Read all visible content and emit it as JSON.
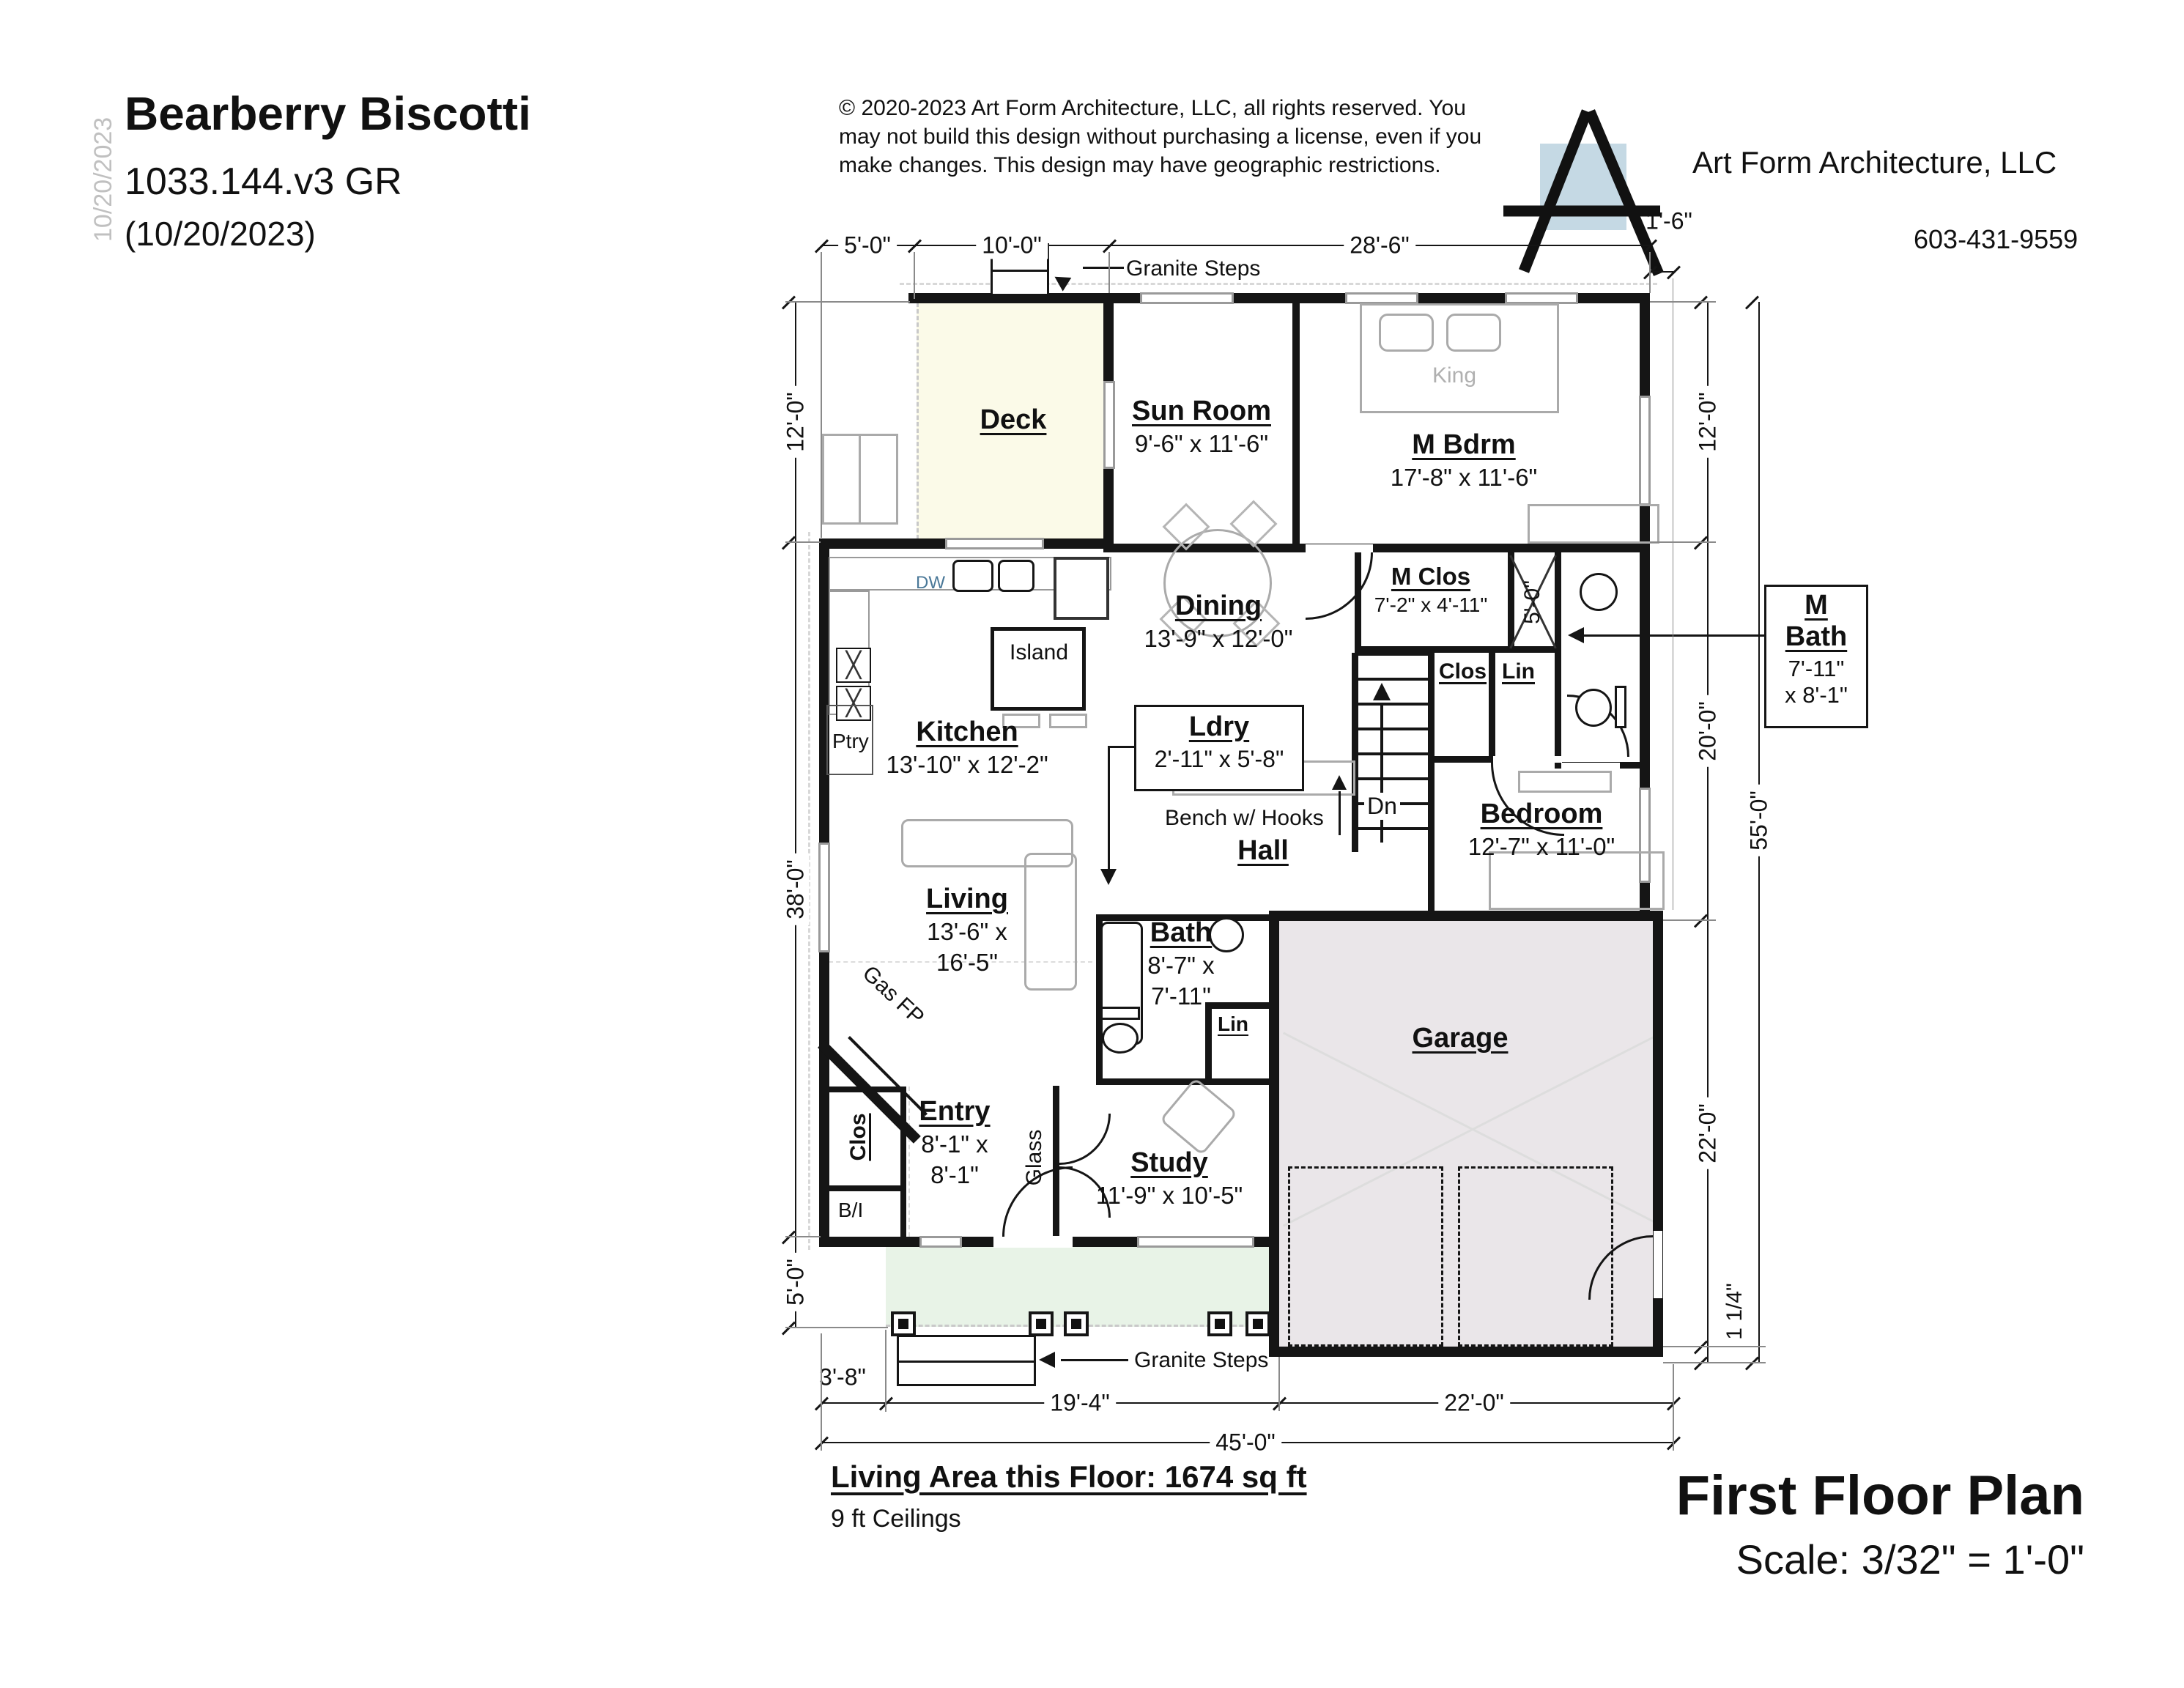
{
  "title_block": {
    "side_date": "10/20/2023",
    "title": "Bearberry Biscotti",
    "model": "1033.144.v3 GR",
    "date": "(10/20/2023)"
  },
  "copyright": "© 2020-2023 Art Form Architecture, LLC, all rights reserved. You may not build this design without purchasing a license, even if you make changes. This design may have geographic restrictions.",
  "brand": {
    "company": "Art Form Architecture, LLC",
    "phone": "603-431-9559"
  },
  "rooms": {
    "deck": {
      "name": "Deck"
    },
    "sun_room": {
      "name": "Sun Room",
      "dims": "9'-6\" x 11'-6\""
    },
    "m_bdrm": {
      "name": "M Bdrm",
      "dims": "17'-8\" x 11'-6\""
    },
    "dining": {
      "name": "Dining",
      "dims": "13'-9\" x 12'-0\""
    },
    "m_clos": {
      "name": "M Clos",
      "dims": "7'-2\" x 4'-11\""
    },
    "kitchen": {
      "name": "Kitchen",
      "dims": "13'-10\" x 12'-2\""
    },
    "ldry": {
      "name": "Ldry",
      "dims": "2'-11\" x 5'-8\""
    },
    "bedroom": {
      "name": "Bedroom",
      "dims": "12'-7\" x 11'-0\""
    },
    "living": {
      "name": "Living",
      "dims_line1": "13'-6\" x",
      "dims_line2": "16'-5\""
    },
    "hall": {
      "name": "Hall"
    },
    "bath": {
      "name": "Bath",
      "dims_line1": "8'-7\" x",
      "dims_line2": "7'-11\""
    },
    "garage": {
      "name": "Garage"
    },
    "entry": {
      "name": "Entry",
      "dims_line1": "8'-1\" x",
      "dims_line2": "8'-1\""
    },
    "study": {
      "name": "Study",
      "dims": "11'-9\" x 10'-5\""
    },
    "m_bath": {
      "name_line1": "M",
      "name_line2": "Bath",
      "dims_line1": "7'-11\"",
      "dims_line2": "x 8'-1\""
    }
  },
  "labels": {
    "granite_steps_top": "Granite Steps",
    "granite_steps_bottom": "Granite Steps",
    "king": "King",
    "island": "Island",
    "dw": "DW",
    "ptry": "Ptry",
    "shower": "5'-0\"",
    "clos_hall": "Clos",
    "lin_hall": "Lin",
    "lin_bath": "Lin",
    "clos_entry": "Clos",
    "built_in": "B/I",
    "glass": "Glass",
    "gas_fp": "Gas FP",
    "dn": "Dn",
    "bench": "Bench w/ Hooks"
  },
  "dimensions": {
    "top": [
      "5'-0\"",
      "10'-0\"",
      "28'-6\"",
      "1'-6\""
    ],
    "left": [
      "12'-0\"",
      "38'-0\"",
      "5'-0\""
    ],
    "right": [
      "12'-0\"",
      "20'-0\"",
      "22'-0\"",
      "1 1/4\"",
      "55'-0\""
    ],
    "bottom": [
      "3'-8\"",
      "19'-4\"",
      "22'-0\"",
      "45'-0\""
    ]
  },
  "footer": {
    "living_area": "Living Area this Floor: 1674 sq ft",
    "ceilings": "9 ft Ceilings",
    "plan_title": "First Floor Plan",
    "scale": "Scale: 3/32\" = 1'-0\""
  },
  "colors": {
    "deck_fill": "#FBFAE8",
    "garage_fill": "#EAE6E9",
    "porch_fill": "#E8F3E7",
    "logo_square": "#C5D9E4",
    "dw_text": "#4A7898"
  }
}
